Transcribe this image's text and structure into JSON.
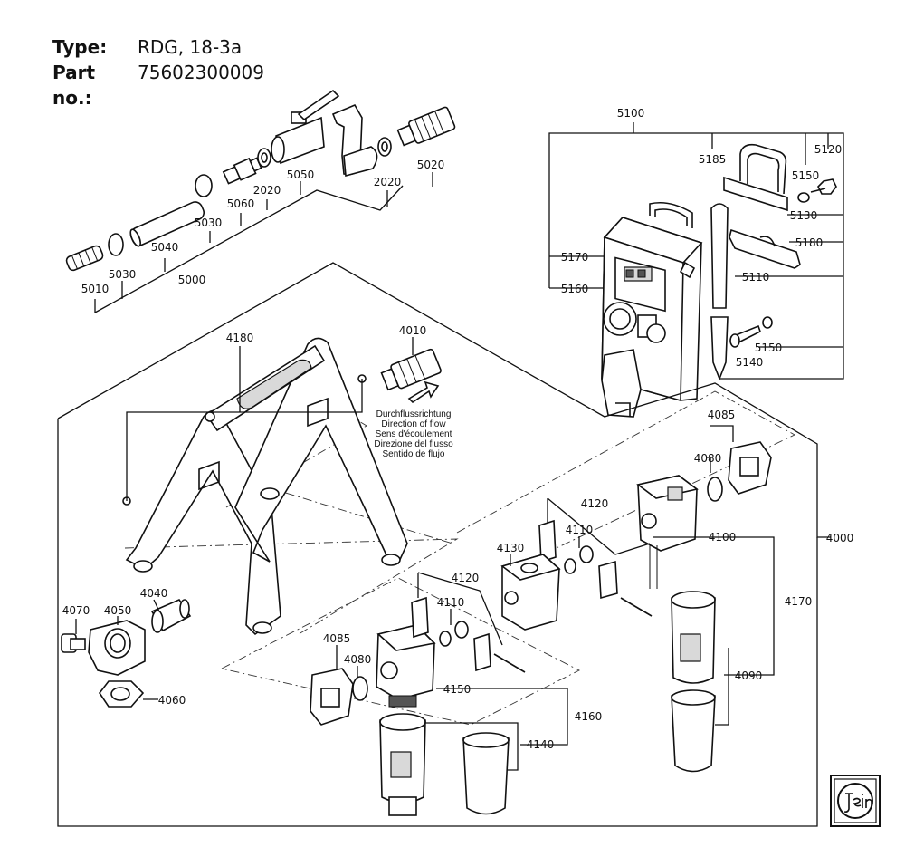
{
  "header": {
    "type_label": "Type:",
    "type_value": "RDG, 18-3a",
    "part_label": "Part no.:",
    "part_value": "75602300009"
  },
  "part_labels": {
    "p5100": "5100",
    "p5120": "5120",
    "p5185": "5185",
    "p5150a": "5150",
    "p5130": "5130",
    "p5180": "5180",
    "p5170": "5170",
    "p5110": "5110",
    "p5160": "5160",
    "p5150b": "5150",
    "p5140": "5140",
    "p5050": "5050",
    "p5020": "5020",
    "p2020a": "2020",
    "p2020b": "2020",
    "p5060": "5060",
    "p5030a": "5030",
    "p5030b": "5030",
    "p5040": "5040",
    "p5010": "5010",
    "p5000": "5000",
    "p4180": "4180",
    "p4010": "4010",
    "p4085a": "4085",
    "p4080a": "4080",
    "p4120a": "4120",
    "p4110a": "4110",
    "p4130": "4130",
    "p4100": "4100",
    "p4000": "4000",
    "p4170": "4170",
    "p4120b": "4120",
    "p4110b": "4110",
    "p4070": "4070",
    "p4050": "4050",
    "p4040": "4040",
    "p4085b": "4085",
    "p4080b": "4080",
    "p4150": "4150",
    "p4160": "4160",
    "p4090": "4090",
    "p4060": "4060",
    "p4140": "4140"
  },
  "flow_direction": [
    "Durchflussrichtung",
    "Direction of flow",
    "Sens d'écoulement",
    "Direzione del flusso",
    "Sentido de flujo"
  ],
  "logo": {
    "brand": "Fein",
    "icon": "fein-logo-icon"
  },
  "colors": {
    "line": "#111111",
    "background": "#ffffff"
  }
}
